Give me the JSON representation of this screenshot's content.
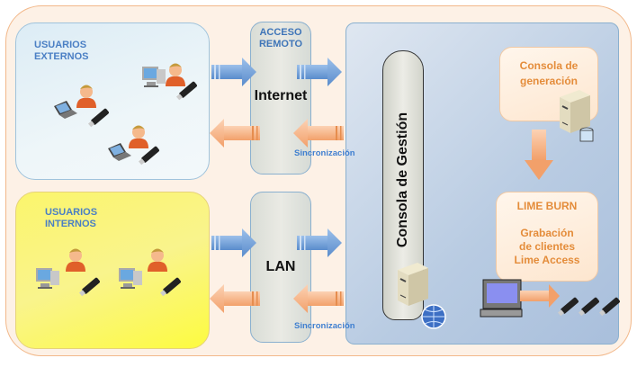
{
  "groups": {
    "external_users": {
      "line1": "USUARIOS",
      "line2": "EXTERNOS"
    },
    "internal_users": {
      "line1": "USUARIOS",
      "line2": "INTERNOS"
    }
  },
  "networks": {
    "remote": {
      "title_line1": "ACCESO",
      "title_line2": "REMOTO",
      "name": "Internet"
    },
    "lan": {
      "name": "LAN"
    }
  },
  "sync_labels": [
    "Sincronización",
    "Sincronización"
  ],
  "management_console": {
    "label": "Consola de Gestión"
  },
  "generation_console": {
    "line1": "Consola de",
    "line2": "generación"
  },
  "lime_burn": {
    "title": "LIME BURN",
    "line1": "Grabación",
    "line2": "de clientes",
    "line3": "Lime Access"
  },
  "colors": {
    "blue_arrow": "#6f9fd8",
    "orange_arrow": "#f7b48a",
    "label_blue": "#4a7fc4",
    "label_orange": "#e48c3a"
  }
}
